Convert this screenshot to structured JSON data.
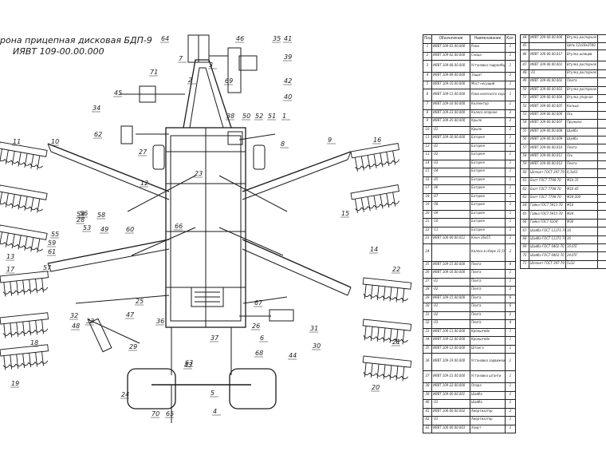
{
  "title": {
    "line1": "рона прицепная дисковая БДП-9",
    "line2": "ИЯВТ 109-00.00.000"
  },
  "callouts": [
    "1",
    "2",
    "3",
    "4",
    "5",
    "6",
    "7",
    "8",
    "9",
    "10",
    "11",
    "12",
    "13",
    "14",
    "15",
    "16",
    "17",
    "18",
    "19",
    "20",
    "21",
    "22",
    "23",
    "24",
    "25",
    "26",
    "27",
    "28",
    "29",
    "30",
    "31",
    "32",
    "33",
    "34",
    "35",
    "36",
    "37",
    "38",
    "39",
    "40",
    "41",
    "42",
    "43",
    "44",
    "45",
    "46",
    "47",
    "48",
    "49",
    "50",
    "51",
    "52",
    "53",
    "54",
    "55",
    "56",
    "57",
    "58",
    "59",
    "60",
    "61",
    "62",
    "63",
    "64",
    "65",
    "66",
    "67",
    "68",
    "69",
    "70",
    "71"
  ],
  "table_left": {
    "headers": [
      "Поз.",
      "Обозначение",
      "Наименование",
      "Кол."
    ],
    "rows": [
      [
        "1",
        "ИЯВТ 109-01.00.000",
        "Рама",
        "1"
      ],
      [
        "2",
        "ИЯВТ 109-02.00.000",
        "Сница",
        "1"
      ],
      [
        "3",
        "ИЯВТ 109-08.00.000",
        "Установка гидрооборудования",
        "1"
      ],
      [
        "4",
        "ИЯВТ 109-09.00.000",
        "Защит",
        "2"
      ],
      [
        "5",
        "ИЯВТ 109-10.00.000",
        "Мост несущий",
        "1"
      ],
      [
        "6",
        "ИЯВТ 109-11.00.000",
        "Рама колесного хода",
        "1"
      ],
      [
        "7",
        "ИЯВТ 109-16.00.000",
        "Коллектор",
        "1"
      ],
      [
        "8",
        "ИЯВТ 109-23.00.000",
        "Колесо опорное",
        "2"
      ],
      [
        "9",
        "ИЯВТ 109-25.00.000",
        "Крыло",
        "2"
      ],
      [
        "10",
        "-01",
        "Крыло",
        "2"
      ],
      [
        "11",
        "ИЯВТ 109-30.00.000",
        "Батарея",
        "1"
      ],
      [
        "12",
        "-01",
        "Батарея",
        "1"
      ],
      [
        "13",
        "-02",
        "Батарея",
        "1"
      ],
      [
        "14",
        "-03",
        "Батарея",
        "1"
      ],
      [
        "15",
        "-04",
        "Батарея",
        "1"
      ],
      [
        "16",
        "-05",
        "Батарея",
        "1"
      ],
      [
        "17",
        "-06",
        "Батарея",
        "1"
      ],
      [
        "18",
        "-07",
        "Батарея",
        "1"
      ],
      [
        "19",
        "-08",
        "Батарея",
        "1"
      ],
      [
        "20",
        "-09",
        "Батарея",
        "1"
      ],
      [
        "21",
        "-10",
        "Батарея",
        "1"
      ],
      [
        "22",
        "-11",
        "Батарея",
        "1"
      ],
      [
        "23",
        "ИЯВТ 106-00.00.011",
        "Ключ 36х55",
        "1"
      ],
      [
        "24",
        "",
        "Колесо в сборе 31,5/80-22,5",
        "2"
      ],
      [
        "25",
        "ИЯВТ 109-15.00.000",
        "Плита",
        "8"
      ],
      [
        "26",
        "ИЯВТ 109-16.00.000",
        "Плита",
        "1"
      ],
      [
        "27",
        "-01",
        "Плита",
        "1"
      ],
      [
        "28",
        "-02",
        "Плита",
        "2"
      ],
      [
        "29",
        "ИЯВТ 109-15.00.000",
        "Плита",
        "6"
      ],
      [
        "30",
        "-01",
        "Плита",
        "6"
      ],
      [
        "31",
        "-02",
        "Плита",
        "2"
      ],
      [
        "32",
        "-03",
        "Плита",
        "4"
      ],
      [
        "33",
        "ИЯВТ 106-11.00.000",
        "Кронштейн",
        "1"
      ],
      [
        "34",
        "ИЯВТ 109-12.00.000",
        "Кронштейн",
        "1"
      ],
      [
        "35",
        "ИЯВТ 109-13.00.000",
        "Штанга",
        "1"
      ],
      [
        "36",
        "ИЯВТ 109-19.00.000",
        "Установка задвижки",
        "1"
      ],
      [
        "37",
        "ИЯВТ 109-21.00.000",
        "Установка штанги",
        "1"
      ],
      [
        "38",
        "ИЯВТ 109-22.00.000",
        "Опора",
        "1"
      ],
      [
        "39",
        "ИЯВТ 109-00.00.001",
        "Шайба",
        "1"
      ],
      [
        "40",
        "-01",
        "Шайба",
        "1"
      ],
      [
        "41",
        "ИЯВТ 106-00.00.002",
        "Амортизатор",
        "2"
      ],
      [
        "42",
        "-01",
        "Амортизатор",
        "1"
      ],
      [
        "43",
        "ИЯВТ 106-00.00.003",
        "Хомут",
        "1"
      ]
    ]
  },
  "table_right": {
    "rows": [
      [
        "44",
        "ИЯВТ 109-00.00.006",
        "Втулка распорная",
        ""
      ],
      [
        "45",
        "",
        "Цепь 12х18х2500",
        ""
      ],
      [
        "46",
        "ИЯВТ 106-00.00.017",
        "Втулка шлицев",
        ""
      ],
      [
        "47",
        "ИЯВТ 109-00.00.001",
        "Втулка распорная",
        ""
      ],
      [
        "48",
        "-01",
        "Втулка распорная",
        ""
      ],
      [
        "49",
        "ИЯВТ 109-00.00.002",
        "Плита",
        ""
      ],
      [
        "50",
        "ИЯВТ 109-00.00.003",
        "Втулка распорная",
        ""
      ],
      [
        "51",
        "ИЯВТ 109-00.00.004",
        "Втулка упорная",
        ""
      ],
      [
        "52",
        "ИЯВТ 109-00.00.005",
        "Кольцо",
        ""
      ],
      [
        "53",
        "ИЯВТ 109-00.00.006",
        "Ось",
        ""
      ],
      [
        "54",
        "ИЯВТ 109-00.00.007",
        "Пружина",
        ""
      ],
      [
        "55",
        "ИЯВТ 109-00.00.008",
        "Шайба",
        ""
      ],
      [
        "56",
        "ИЯВТ 109-00.00.009",
        "Шайба",
        ""
      ],
      [
        "57",
        "ИЯВТ 109-00.00.010",
        "Плита",
        ""
      ],
      [
        "58",
        "ИЯВТ 109-00.00.011",
        "Ось",
        ""
      ],
      [
        "59",
        "ИЯВТ 109-00.00.012",
        "Плита",
        ""
      ],
      [
        "60",
        "Шплинт ГОСТ 397-79",
        "6,3х63",
        ""
      ],
      [
        "61",
        "Болт ГОСТ 7798-70",
        "М16-35",
        ""
      ],
      [
        "62",
        "Болт ГОСТ 7798-70",
        "М16-45",
        ""
      ],
      [
        "63",
        "Болт ГОСТ 7798-70",
        "М24-200",
        ""
      ],
      [
        "64",
        "Гайка ГОСТ 5915-70",
        "М16",
        ""
      ],
      [
        "65",
        "Гайка ГОСТ 5915-70",
        "М24",
        ""
      ],
      [
        "66",
        "Гайка ГОСТ 6104",
        "М36",
        ""
      ],
      [
        "67",
        "Шайба ГОСТ 11371-78",
        "16",
        ""
      ],
      [
        "68",
        "Шайба ГОСТ 11371-78",
        "36",
        ""
      ],
      [
        "69",
        "Шайба ГОСТ 6402-70",
        "16.65Г",
        ""
      ],
      [
        "70",
        "Шайба ГОСТ 6402-70",
        "24.65Г",
        ""
      ],
      [
        "71",
        "Шплинт ГОСТ 397-79",
        "5х32",
        ""
      ]
    ]
  },
  "colors": {
    "ink": "#1a1a1a",
    "paper": "#ffffff"
  }
}
